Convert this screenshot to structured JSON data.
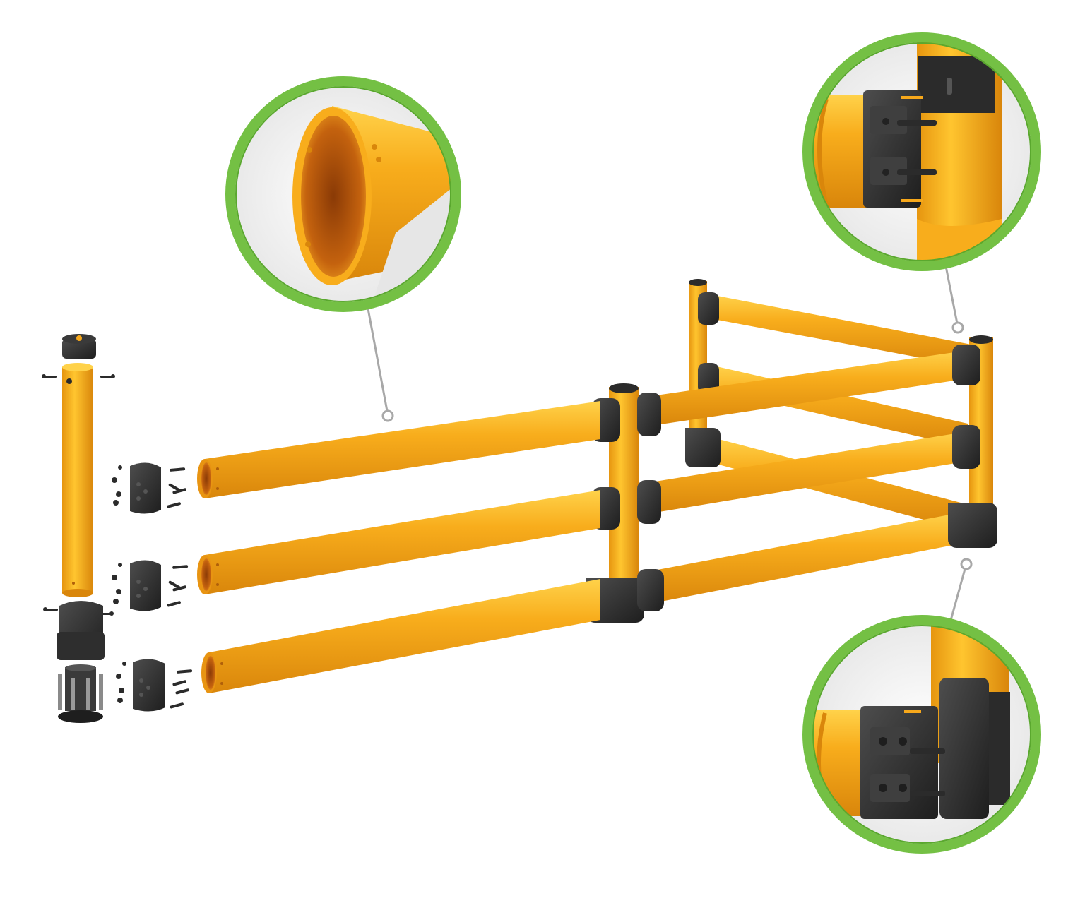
{
  "colors": {
    "rail": "#f7a81b",
    "rail_light": "#ffc83d",
    "rail_dark": "#d9880c",
    "rail_inner": "#b4520a",
    "connector": "#2b2b2b",
    "connector_light": "#4a4a4a",
    "callout_ring": "#74c044",
    "callout_ring_dark": "#5aa82e",
    "leader": "#a8a8a8",
    "background": "#ffffff"
  },
  "callouts": [
    {
      "id": "tube-profile",
      "icon": "tube-cross-section-icon"
    },
    {
      "id": "top-rail-joint",
      "icon": "rail-joint-detail-icon"
    },
    {
      "id": "base-rail-joint",
      "icon": "rail-joint-detail-icon"
    }
  ],
  "exploded_parts": [
    "post-cap",
    "post-tube",
    "post-base-sleeve",
    "anchor-base",
    "rail-end-connector-top",
    "rail-end-connector-middle",
    "rail-end-connector-bottom"
  ],
  "assembly": {
    "rails": 3,
    "posts": 4
  }
}
